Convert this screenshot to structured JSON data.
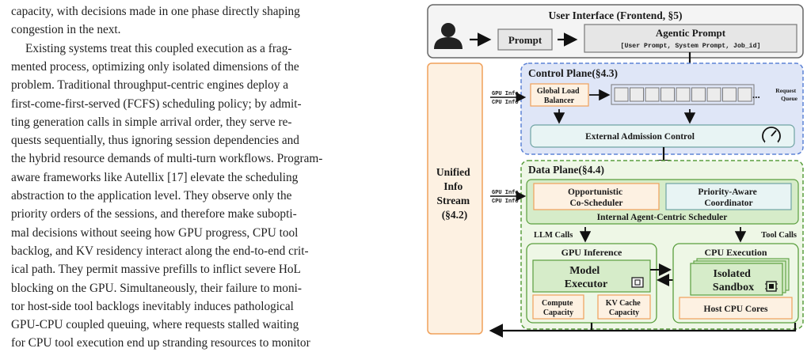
{
  "body_text": {
    "lines": [
      "capacity, with decisions made in one phase directly shaping",
      "congestion in the next.",
      "Existing systems treat this coupled execution as a frag-",
      "mented process, optimizing only isolated dimensions of the",
      "problem. Traditional throughput-centric engines deploy a",
      "first-come-first-served (FCFS) scheduling policy; by admit-",
      "ting generation calls in simple arrival order, they serve re-",
      "quests sequentially, thus ignoring session dependencies and",
      "the hybrid resource demands of multi-turn workflows. Program-",
      "aware frameworks like Autellix [17] elevate the scheduling",
      "abstraction to the application level. They observe only the",
      "priority orders of the sessions, and therefore make subopti-",
      "mal decisions without seeing how GPU progress, CPU tool",
      "backlog, and KV residency interact along the end-to-end crit-",
      "ical path. They permit massive prefills to inflict severe HoL",
      "blocking on the GPU. Simultaneously, their failure to moni-",
      "tor host-side tool backlogs inevitably induces pathological",
      "GPU-CPU coupled queuing, where requests stalled waiting",
      "for CPU tool execution end up stranding resources to monitor"
    ]
  },
  "figure": {
    "ui_title": "User Interface (Frontend, §5)",
    "prompt": "Prompt",
    "agentic_prompt": "Agentic Prompt",
    "agentic_prompt_fields": "[User Prompt, System Prompt, Job_id]",
    "unified_info_stream": [
      "Unified",
      "Info",
      "Stream",
      "(§4.2)"
    ],
    "control_plane": "Control Plane(§4.3)",
    "gpu_info": "GPU Info",
    "cpu_info": "CPU Info",
    "global_load_balancer": [
      "Global Load",
      "Balancer"
    ],
    "request_queue": [
      "Request",
      "Queue"
    ],
    "queue_dots": "...",
    "external_admission_control": "External Admission Control",
    "data_plane": "Data Plane(§4.4)",
    "opportunistic_co_scheduler": [
      "Opportunistic",
      "Co-Scheduler"
    ],
    "priority_aware_coordinator": [
      "Priority-Aware",
      "Coordinator"
    ],
    "internal_scheduler": "Internal Agent-Centric Scheduler",
    "llm_calls": "LLM Calls",
    "tool_calls": "Tool Calls",
    "gpu_inference": "GPU Inference",
    "model_executor": [
      "Model",
      "Executor"
    ],
    "compute_capacity": [
      "Compute",
      "Capacity"
    ],
    "kv_cache_capacity": [
      "KV Cache",
      "Capacity"
    ],
    "cpu_execution": "CPU Execution",
    "isolated_sandbox": [
      "Isolated",
      "Sandbox"
    ],
    "host_cpu_cores": "Host CPU Cores",
    "colors": {
      "outer_border": "#666666",
      "orange_border": "#f0a05a",
      "orange_fill": "#fdf1e2",
      "control_fill": "#dfe6f7",
      "control_border": "#5d83d6",
      "data_fill": "#eef7e6",
      "data_border": "#5a9e3e",
      "green_fill": "#d6ecc9",
      "teal_fill": "#e8f4f4",
      "box_gray": "#ececec"
    }
  }
}
